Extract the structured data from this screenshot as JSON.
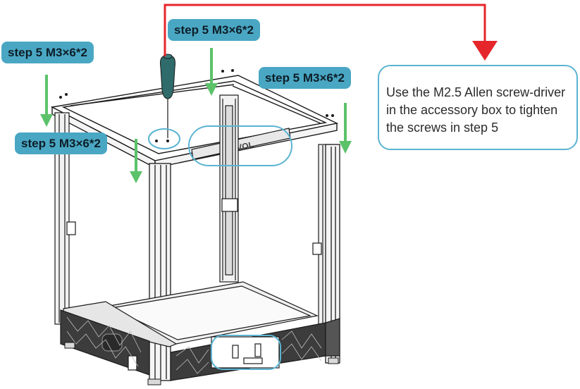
{
  "step_labels": [
    "step 5 M3×6*2",
    "step 5 M3×6*2",
    "step 5 M3×6*2",
    "step 5 M3×6*2"
  ],
  "callout": {
    "text": "Use the M2.5 Allen screw-driver in the accessory box to tighten the screws in step 5"
  },
  "printer_logo": "SOVOL",
  "colors": {
    "label_bg": "#4aa7c3",
    "arrow_green": "#5cc26a",
    "pointer_red": "#e5262b",
    "highlight_blue": "#5bb4d2",
    "line_art": "#1a1a1a"
  }
}
